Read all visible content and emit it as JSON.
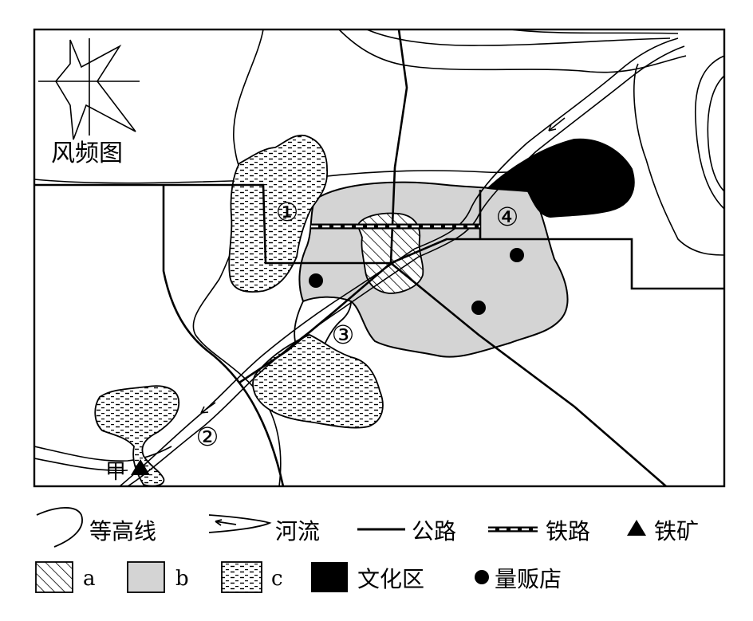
{
  "map": {
    "wind_rose_label": "风频图",
    "area_labels": [
      "①",
      "②",
      "③",
      "④"
    ],
    "iron_mine_label": "甲"
  },
  "legend": {
    "row1": [
      {
        "symbol": "contour-line-icon",
        "label": "等高线"
      },
      {
        "symbol": "river-icon",
        "label": "河流"
      },
      {
        "symbol": "road-line-icon",
        "label": "公路"
      },
      {
        "symbol": "railway-icon",
        "label": "铁路"
      },
      {
        "symbol": "triangle-icon",
        "label": "铁矿"
      }
    ],
    "row2": [
      {
        "symbol": "hatch-swatch-icon",
        "label": "a"
      },
      {
        "symbol": "gray-swatch-icon",
        "label": "b"
      },
      {
        "symbol": "dash-swatch-icon",
        "label": "c"
      },
      {
        "symbol": "black-swatch-icon",
        "label": "文化区"
      },
      {
        "symbol": "dot-icon",
        "label": "量贩店"
      }
    ]
  },
  "colors": {
    "zone_b": "#d4d4d4",
    "culture_zone": "#000000",
    "line": "#000000"
  }
}
